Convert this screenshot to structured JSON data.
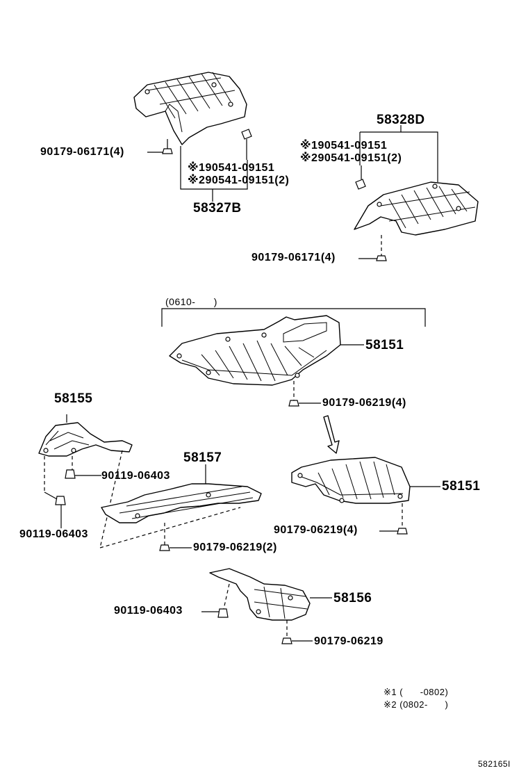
{
  "parts": {
    "p58327b": "58327B",
    "p58328d": "58328D",
    "p58151_a": "58151",
    "p58151_b": "58151",
    "p58155": "58155",
    "p58157": "58157",
    "p58156": "58156"
  },
  "fasteners": {
    "f_top_left_nut": "90179-06171(4)",
    "f_top_left_clip1": "※190541-09151",
    "f_top_left_clip2": "※290541-09151(2)",
    "f_top_right_clip1": "※190541-09151",
    "f_top_right_clip2": "※290541-09151(2)",
    "f_top_right_nut": "90179-06171(4)",
    "f_58151a_nut": "90179-06219(4)",
    "f_58155_bolt1": "90119-06403",
    "f_58155_bolt2": "90119-06403",
    "f_58157_nut": "90179-06219(2)",
    "f_58151b_nut": "90179-06219(4)",
    "f_58156_bolt": "90119-06403",
    "f_58156_nut": "90179-06219"
  },
  "date_range": "(0610-      )",
  "notes": {
    "note1": "※1 (      -0802)",
    "note2": "※2 (0802-      )"
  },
  "figure_id": "582165I"
}
